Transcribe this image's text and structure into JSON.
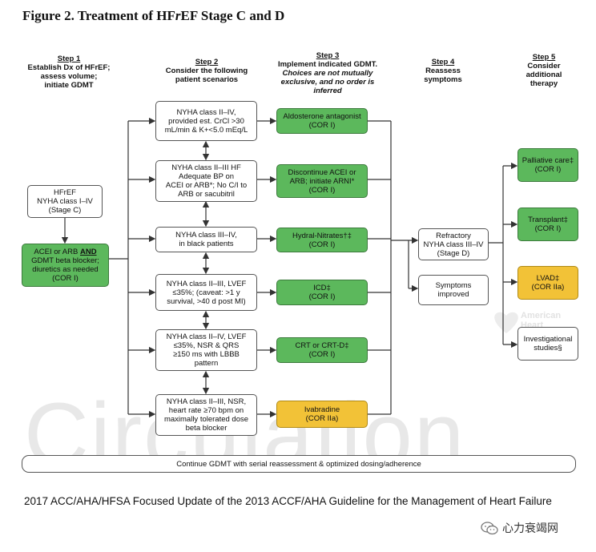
{
  "title": "Figure 2. Treatment of HFrEF Stage C and D",
  "steps": {
    "s1": {
      "head": "Step 1",
      "lines": [
        "Establish Dx of HFrEF;",
        "assess volume;",
        "initiate GDMT"
      ]
    },
    "s2": {
      "head": "Step 2",
      "lines": [
        "Consider the following",
        "patient scenarios"
      ]
    },
    "s3": {
      "head": "Step 3",
      "line1": "Implement indicated GDMT.",
      "ital": [
        "Choices are not mutually",
        "exclusive, and no order is",
        "inferred"
      ]
    },
    "s4": {
      "head": "Step 4",
      "lines": [
        "Reassess",
        "symptoms"
      ]
    },
    "s5": {
      "head": "Step 5",
      "lines": [
        "Consider",
        "additional",
        "therapy"
      ]
    }
  },
  "left": {
    "stage_c": [
      "HFrEF",
      "NYHA class I–IV",
      "(Stage C)"
    ],
    "initial": {
      "pre": "ACEI or ARB ",
      "and": "AND",
      "rest": [
        "GDMT beta blocker;",
        "diuretics as needed",
        "(COR I)"
      ]
    }
  },
  "scenarios": [
    [
      "NYHA class II–IV,",
      "provided est. CrCl >30",
      "mL/min & K+<5.0 mEq/L"
    ],
    [
      "NYHA class II–III HF",
      "Adequate BP on",
      "ACEI or ARB*; No C/I to",
      "ARB or sacubitril"
    ],
    [
      "NYHA class III–IV,",
      "in black patients"
    ],
    [
      "NYHA class II–III, LVEF",
      "≤35%; (caveat: >1 y",
      "survival, >40 d post MI)"
    ],
    [
      "NYHA class II–IV, LVEF",
      "≤35%, NSR & QRS",
      "≥150 ms with LBBB",
      "pattern"
    ],
    [
      "NYHA class II–III, NSR,",
      "heart rate ≥70 bpm on",
      "maximally tolerated dose",
      "beta blocker"
    ]
  ],
  "therapies": [
    {
      "lines": [
        "Aldosterone antagonist",
        "(COR I)"
      ],
      "color": "#5cb85c"
    },
    {
      "lines": [
        "Discontinue ACEI or",
        "ARB; initiate ARNI*",
        "(COR I)"
      ],
      "color": "#5cb85c"
    },
    {
      "lines": [
        "Hydral-Nitrates†‡",
        "(COR I)"
      ],
      "color": "#5cb85c"
    },
    {
      "lines": [
        "ICD‡",
        "(COR I)"
      ],
      "color": "#5cb85c"
    },
    {
      "lines": [
        "CRT or CRT-D‡",
        "(COR I)"
      ],
      "color": "#5cb85c"
    },
    {
      "lines": [
        "Ivabradine",
        "(COR IIa)"
      ],
      "color": "#f2c237"
    }
  ],
  "reassess": {
    "refractory": [
      "Refractory",
      "NYHA class III–IV",
      "(Stage D)"
    ],
    "improved": [
      "Symptoms",
      "improved"
    ]
  },
  "additional": [
    {
      "lines": [
        "Palliative care‡",
        "(COR I)"
      ],
      "color": "#5cb85c"
    },
    {
      "lines": [
        "Transplant‡",
        "(COR I)"
      ],
      "color": "#5cb85c"
    },
    {
      "lines": [
        "LVAD‡",
        "(COR IIa)"
      ],
      "color": "#f2c237"
    },
    {
      "lines": [
        "Investigational",
        "studies§"
      ],
      "color": "#ffffff"
    }
  ],
  "bottom_bar": "Continue GDMT with serial reassessment & optimized dosing/adherence",
  "watermark": "Circulation",
  "aha_watermark": [
    "American",
    "Heart"
  ],
  "caption": "2017 ACC/AHA/HFSA Focused Update of the 2013 ACCF/AHA Guideline for the Management of Heart Failure",
  "brand": "心力衰竭网"
}
